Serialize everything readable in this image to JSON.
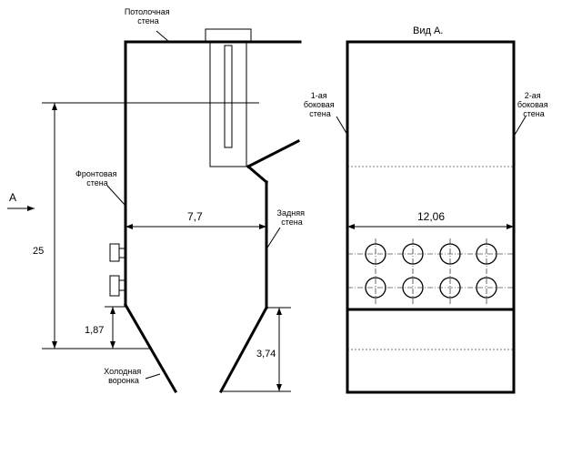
{
  "labels": {
    "ceiling_wall": [
      "Потолочная",
      "стена"
    ],
    "front_wall": [
      "Фронтовая",
      "стена"
    ],
    "rear_wall": [
      "Задняя",
      "стена"
    ],
    "cold_funnel": [
      "Холодная",
      "воронка"
    ],
    "side_wall_1": [
      "1-ая",
      "боковая",
      "стена"
    ],
    "side_wall_2": [
      "2-ая",
      "боковая",
      "стена"
    ],
    "view_a_title": "Вид А.",
    "arrow_a": "А"
  },
  "dimensions": {
    "width_front": "7,7",
    "height_total": "25",
    "funnel_small": "1,87",
    "funnel_large": "3,74",
    "width_side": "12,06"
  },
  "burners": {
    "rows": 2,
    "per_row": 4
  }
}
